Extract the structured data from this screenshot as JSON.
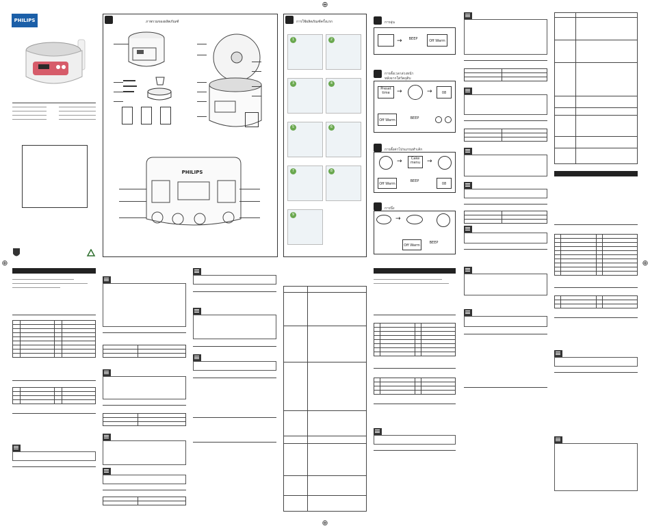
{
  "brand": {
    "logo": "PHILIPS",
    "panel_logo": "PHILIPS"
  },
  "sections": {
    "box_contents": {
      "title": "ภาพรวมของผลิตภัณฑ์",
      "icon": "box-icon"
    },
    "quick_start": {
      "title": "การใช้ผลิตภัณฑ์ครั้งแรก"
    },
    "flow_keep_warm": {
      "title": "การอุ่น"
    },
    "flow_preset": {
      "title": "การตั้งเวลาล่วงหน้า",
      "subtitle": "หลังจากใส่วัตถุดิบ"
    },
    "flow_cake": {
      "title": "การตั้งค่าโปรแกรมทำเค้ก"
    },
    "flow_steam": {
      "title": "การนึ่ง"
    }
  },
  "flow_labels": {
    "preset": "Preset time",
    "off_warm": "Off Warm",
    "beep": "BEEP",
    "cake_menu": "Cake menu",
    "display_08": "08"
  },
  "step_numbers": [
    "1",
    "2",
    "3",
    "4",
    "5",
    "6",
    "7",
    "8",
    "9"
  ],
  "colors": {
    "accent": "#222222",
    "step": "#6aa84f",
    "recycle": "#2d6e2d"
  }
}
